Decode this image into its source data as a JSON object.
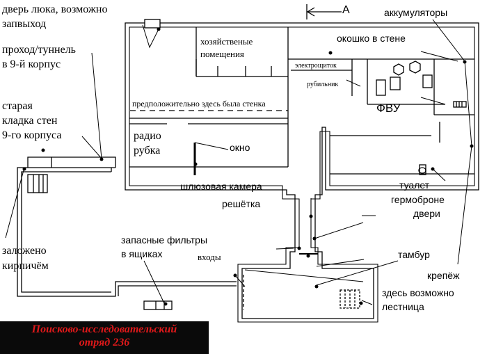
{
  "labels": {
    "hatch_door": "дверь люка, возможно",
    "hatch_door_2": "запвыход",
    "tunnel": "проход/туннель",
    "tunnel_2": "в 9-й корпус",
    "old_masonry": "старая",
    "old_masonry_2": "кладка стен",
    "old_masonry_3": "9-го корпуса",
    "bricked": "заложено",
    "bricked_2": "кирпичём",
    "utility": "хозяйственые",
    "utility_2": "помещения",
    "window_in_wall": "окошко в стене",
    "batteries": "аккумуляторы",
    "electric_board": "электрощиток",
    "switch": "рубильник",
    "former_wall": "предположительно здесь была стенка",
    "fvu": "ФВУ",
    "radio": "радио",
    "radio_2": "рубка",
    "window": "окно",
    "airlock": "шлюзовая камера",
    "grate": "решётка",
    "toilet": "туалет",
    "hermetic": "гермоброне",
    "hermetic_2": "двери",
    "spare_filters": "запасные фильтры",
    "spare_filters_2": "в ящиках",
    "entrances": "входы",
    "vestibule": "тамбур",
    "mount": "крепёж",
    "stairs": "здесь возможно",
    "stairs_2": "лестница",
    "arrow_letter": "А"
  },
  "badge": {
    "line1": "Поисково-исследовательский",
    "line2": "отряд 236"
  },
  "colors": {
    "line": "#000000",
    "badge_bg": "#0a0a0a",
    "badge_text": "#e0191a"
  }
}
